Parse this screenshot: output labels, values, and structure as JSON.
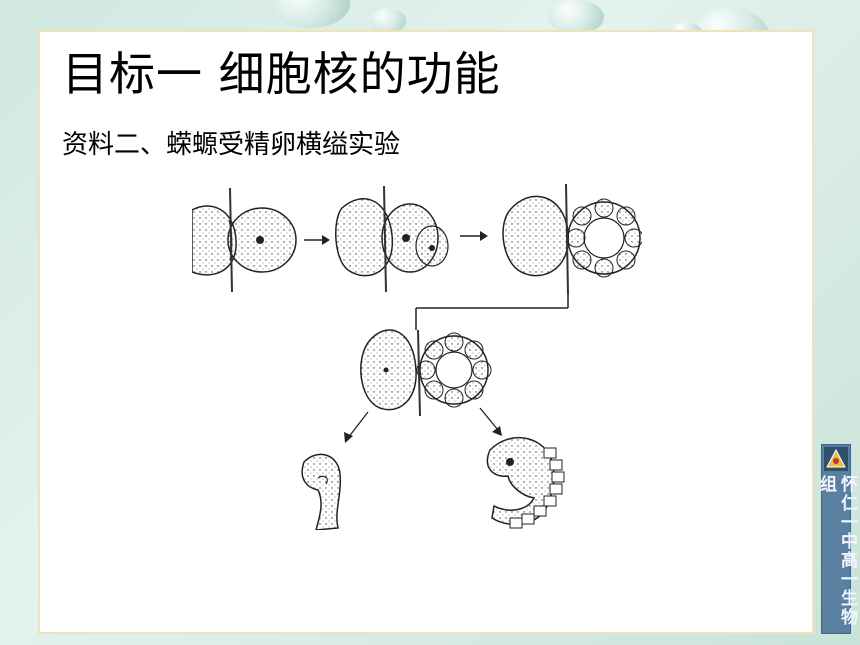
{
  "slide": {
    "title": "目标一  细胞核的功能",
    "subtitle": "资料二、蝾螈受精卵横缢实验"
  },
  "badge": {
    "text": "怀仁一中高一生物组"
  }
}
